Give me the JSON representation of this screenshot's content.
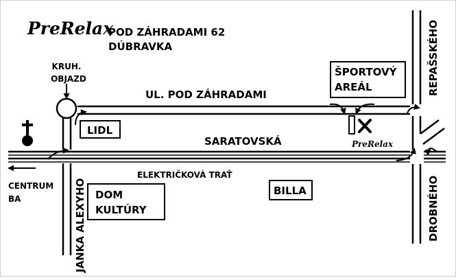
{
  "logo": {
    "main": "PreRelax",
    "small": "PreRelax"
  },
  "address": {
    "line1": "POD ZÁHRADAMI 62",
    "line2": "DÚBRAVKA"
  },
  "roundabout_label": {
    "line1": "KRUH.",
    "line2": "OBJAZD"
  },
  "streets": {
    "pod_zahradami": "UL. POD ZÁHRADAMI",
    "saratovska": "SARATOVSKÁ",
    "tram": "ELEKTRIČKOVÁ TRAŤ",
    "janka_alexyho": "JANKA ALEXYHO",
    "repasskeho": "REPAŠSKÉHO",
    "drobneho": "DROBNÉHO"
  },
  "places": {
    "lidl": "LIDL",
    "dom_kultury": {
      "line1": "DOM",
      "line2": "KULTÚRY"
    },
    "billa": "BILLA",
    "sportovy_areal": {
      "line1": "ŠPORTOVÝ",
      "line2": "AREÁL"
    }
  },
  "direction": {
    "line1": "CENTRUM",
    "line2": "BA"
  },
  "icons": {
    "church": "cross-icon",
    "destination": "x-mark-icon",
    "direction": "left-arrow-icon"
  },
  "colors": {
    "ink": "#000000",
    "background": "#ffffff"
  }
}
